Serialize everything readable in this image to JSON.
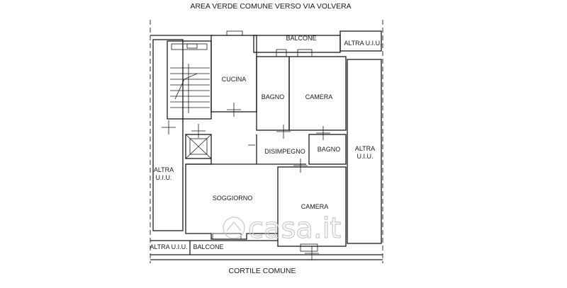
{
  "plan": {
    "header": "AREA VERDE COMUNE VERSO VIA VOLVERA",
    "footer": "CORTILE COMUNE",
    "rooms": {
      "cucina": "CUCINA",
      "bagno_top": "BAGNO",
      "camera_top": "CAMERA",
      "balcone_top": "BALCONE",
      "altra_top_right": "ALTRA U.I.U.",
      "disimpegno": "DISIMPEGNO",
      "bagno_small": "BAGNO",
      "altra_right_1": "ALTRA",
      "altra_right_2": "U.I.U.",
      "altra_left_1": "ALTRA",
      "altra_left_2": "U.I.U.",
      "soggiorno": "SOGGIORNO",
      "camera_bottom": "CAMERA",
      "altra_bottom_left": "ALTRA U.I.U.",
      "balcone_bottom": "BALCONE"
    }
  },
  "watermark": {
    "text": "casa.it"
  }
}
